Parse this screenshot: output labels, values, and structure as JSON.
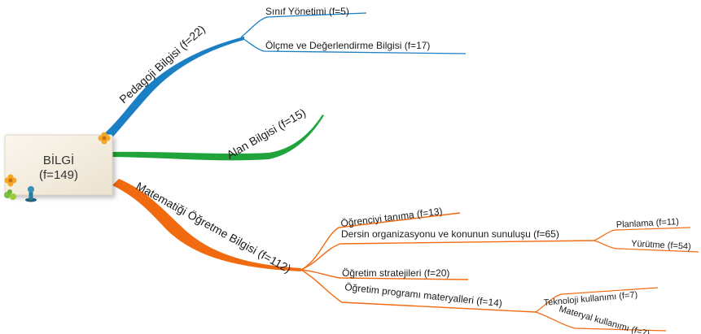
{
  "root": {
    "title": "BİLGİ",
    "count": "(f=149)"
  },
  "colors": {
    "pedagogy": "#1b7fc4",
    "content": "#1fa33a",
    "math_teaching": "#f26a10",
    "root_fill": "#f5efe3"
  },
  "branches": {
    "pedagogy": {
      "label": "Pedagoji Bilgisi (f=22)",
      "children": [
        "Sınıf Yönetimi (f=5)",
        "Ölçme ve Değerlendirme Bilgisi (f=17)"
      ]
    },
    "content": {
      "label": "Alan Bilgisi (f=15)"
    },
    "math_teaching": {
      "label": "Matematiği Öğretme Bilgisi (f=112)",
      "children": {
        "student": "Öğrenciyi tanıma (f=13)",
        "organization": {
          "label": "Dersin organizasyonu ve konunun sunuluşu (f=65)",
          "children": [
            "Planlama (f=11)",
            "Yürütme (f=54)"
          ]
        },
        "strategies": "Öğretim stratejileri (f=20)",
        "materials": {
          "label": "Öğretim programı materyalleri (f=14)",
          "children": [
            "Teknoloji kullanımı (f=7)",
            "Materyal kullanımı (f=7)"
          ]
        }
      }
    }
  },
  "icons": [
    "flower-icon",
    "tack-icon"
  ]
}
